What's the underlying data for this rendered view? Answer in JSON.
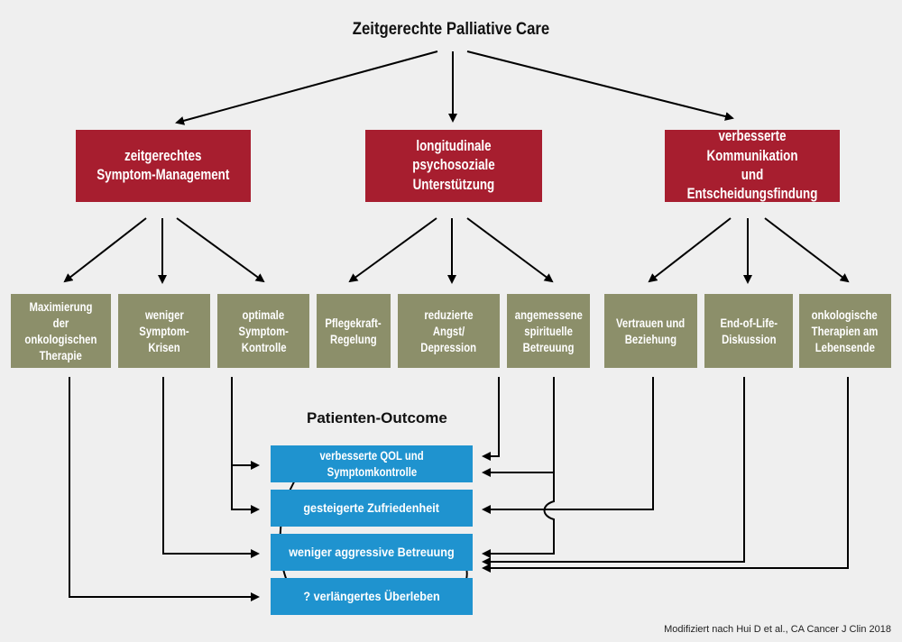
{
  "title": "Zeitgerechte Palliative Care",
  "categories": [
    {
      "label_line1": "zeitgerechtes",
      "label_line2": "Symptom-Management"
    },
    {
      "label_line1": "longitudinale psychosoziale",
      "label_line2": "Unterstützung"
    },
    {
      "label_line1": "verbesserte Kommunikation",
      "label_line2": "und Entscheidungsfindung"
    }
  ],
  "interventions": [
    {
      "l1": "Maximierung der",
      "l2": "onkologischen",
      "l3": "Therapie"
    },
    {
      "l1": "weniger",
      "l2": "Symptom-Krisen",
      "l3": ""
    },
    {
      "l1": "optimale",
      "l2": "Symptom-",
      "l3": "Kontrolle"
    },
    {
      "l1": "Pflegekraft-",
      "l2": "Regelung",
      "l3": ""
    },
    {
      "l1": "reduzierte Angst/",
      "l2": "Depression",
      "l3": ""
    },
    {
      "l1": "angemessene",
      "l2": "spirituelle",
      "l3": "Betreuung"
    },
    {
      "l1": "Vertrauen und",
      "l2": "Beziehung",
      "l3": ""
    },
    {
      "l1": "End-of-Life-",
      "l2": "Diskussion",
      "l3": ""
    },
    {
      "l1": "onkologische",
      "l2": "Therapien am",
      "l3": "Lebensende"
    }
  ],
  "outcome_heading": "Patienten-Outcome",
  "outcomes": [
    {
      "l1": "verbesserte QOL und",
      "l2": "Symptomkontrolle"
    },
    {
      "l1": "gesteigerte Zufriedenheit",
      "l2": ""
    },
    {
      "l1": "weniger aggressive Betreuung",
      "l2": ""
    },
    {
      "l1": "? verlängertes Überleben",
      "l2": ""
    }
  ],
  "footnote": "Modifiziert nach Hui D et al., CA Cancer J Clin 2018",
  "colors": {
    "red": "#a71e2f",
    "green": "#8c8f6a",
    "blue": "#1f93cf",
    "background": "#efefef"
  }
}
